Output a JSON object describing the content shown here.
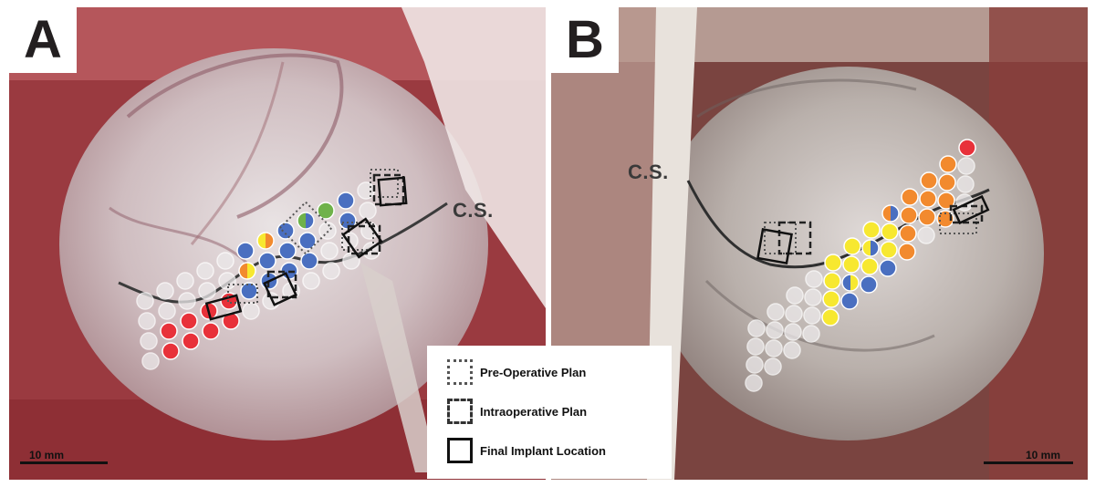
{
  "figure": {
    "panel_a": {
      "letter": "A",
      "sulcus_label": "C.S.",
      "scale_label": "10 mm"
    },
    "panel_b": {
      "letter": "B",
      "sulcus_label": "C.S.",
      "scale_label": "10 mm"
    },
    "legend": {
      "items": [
        {
          "label": "Pre-Operative Plan",
          "style": "dotted"
        },
        {
          "label": "Intraoperative Plan",
          "style": "dashed"
        },
        {
          "label": "Final Implant Location",
          "style": "solid"
        }
      ]
    },
    "colors": {
      "red": "#e8313a",
      "orange": "#f28a2e",
      "yellow": "#f7e830",
      "blue": "#4a6fc0",
      "green": "#6fb24a",
      "faded": "#ece9ea"
    }
  }
}
